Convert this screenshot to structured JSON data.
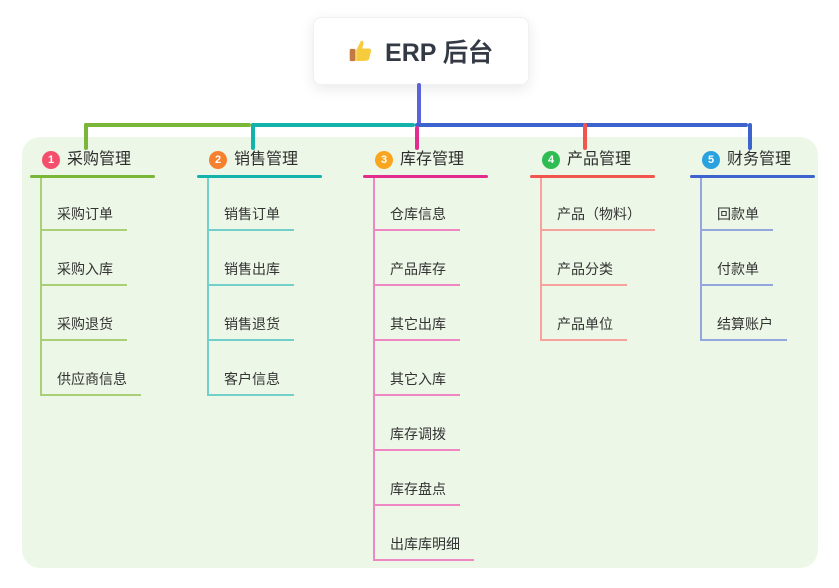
{
  "root": {
    "title": "ERP 后台",
    "icon": "thumbs-up-icon"
  },
  "colors": {
    "page_bg": "#ffffff",
    "panel_bg": "#edf7e7",
    "stem": "#5a64d8",
    "root_text": "#333a44",
    "topic_text": "#2d2d2d",
    "child_text": "#333333"
  },
  "branches": [
    {
      "number": "1",
      "label": "采购管理",
      "badge_color": "#f4506b",
      "line_color": "#7ab638",
      "sub_line_color": "#a9d077",
      "children": [
        "采购订单",
        "采购入库",
        "采购退货",
        "供应商信息"
      ]
    },
    {
      "number": "2",
      "label": "销售管理",
      "badge_color": "#f5812f",
      "line_color": "#13b2ab",
      "sub_line_color": "#72cfc9",
      "children": [
        "销售订单",
        "销售出库",
        "销售退货",
        "客户信息"
      ]
    },
    {
      "number": "3",
      "label": "库存管理",
      "badge_color": "#f9a51f",
      "line_color": "#e22c8e",
      "sub_line_color": "#ef87c2",
      "children": [
        "仓库信息",
        "产品库存",
        "其它出库",
        "其它入库",
        "库存调拨",
        "库存盘点",
        "出库库明细"
      ]
    },
    {
      "number": "4",
      "label": "产品管理",
      "badge_color": "#2fbd53",
      "line_color": "#f2544e",
      "sub_line_color": "#f8a29c",
      "children": [
        "产品（物料）",
        "产品分类",
        "产品单位"
      ]
    },
    {
      "number": "5",
      "label": "财务管理",
      "badge_color": "#2aa2e0",
      "line_color": "#3c63ce",
      "sub_line_color": "#93a7de",
      "children": [
        "回款单",
        "付款单",
        "结算账户"
      ]
    }
  ]
}
